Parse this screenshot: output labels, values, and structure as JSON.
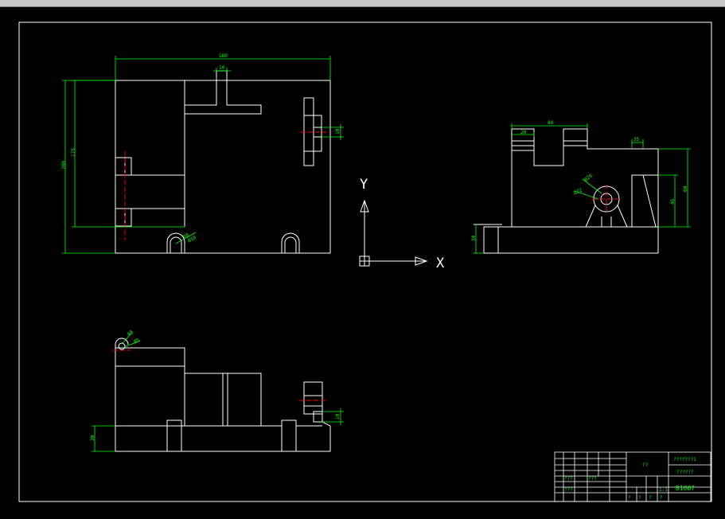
{
  "colors": {
    "background": "#000000",
    "geometry": "#ffffff",
    "dimension": "#00ff00",
    "centerline": "#ff0000",
    "ucs": "#ffffff",
    "title_text": "#00ff00"
  },
  "ucs": {
    "x_label": "X",
    "y_label": "Y"
  },
  "front_view": {
    "dim_width": "180",
    "dim_slot": "10",
    "dim_height_outer": "200",
    "dim_height_inner": "175",
    "dim_right_small": "10",
    "dim_hole_r": "R8",
    "dim_hole_d": "Ø10"
  },
  "side_view": {
    "dim_top_width": "84",
    "dim_top_step": "20",
    "dim_right_top": "35",
    "dim_right_h1": "60",
    "dim_right_h2": "45",
    "dim_left_h": "30",
    "dim_hole_r": "R20",
    "dim_hole_d": "Ø22"
  },
  "top_view": {
    "dim_left_h": "30",
    "dim_right_h": "10",
    "dim_hole_r": "R8",
    "dim_hole_d": "Ø5"
  },
  "title_block": {
    "drawing_name": "??",
    "company_line1": "???????1",
    "company_line2": "??????",
    "drawing_number": "B1007",
    "cell_scale": "1:1",
    "row_labels": [
      "???",
      "???",
      "???"
    ],
    "bottom_labels": [
      "?",
      "?",
      "?",
      "?"
    ]
  }
}
